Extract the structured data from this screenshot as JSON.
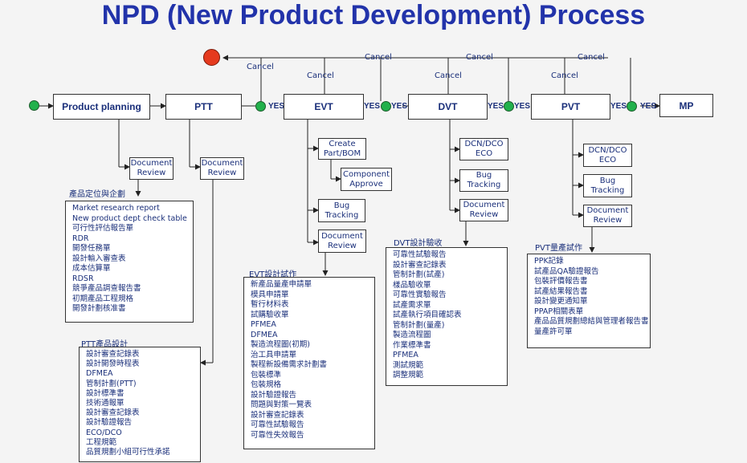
{
  "title": "NPD (New Product Development) Process",
  "stages": {
    "product_planning": "Product planning",
    "ptt": "PTT",
    "evt": "EVT",
    "dvt": "DVT",
    "pvt": "PVT",
    "mp": "MP"
  },
  "yes_label": "YES",
  "cancel_label": "Cancel",
  "sub_steps": {
    "pp_review": "Document Review",
    "ptt_review": "Document Review",
    "evt_create": "Create Part/BOM",
    "evt_component": "Component Approve",
    "evt_bug": "Bug Tracking",
    "evt_review": "Document Review",
    "dvt_dcn": "DCN/DCO ECO",
    "dvt_bug": "Bug Tracking",
    "dvt_review": "Document Review",
    "pvt_dcn": "DCN/DCO ECO",
    "pvt_bug": "Bug Tracking",
    "pvt_review": "Document Review"
  },
  "deliverables": {
    "pp": {
      "heading": "產品定位與企劃",
      "items": [
        "Market research report",
        "New product dept check table",
        "可行性評估報告單",
        "RDR",
        "開發任務單",
        "設計輸入審查表",
        "成本估算單",
        "RDSR",
        "競爭產品調查報告書",
        "初期產品工程規格",
        "開發計劃核准書"
      ]
    },
    "ptt": {
      "heading": "PTT產品設計",
      "items": [
        "設計審查記錄表",
        "設計開發時程表",
        "DFMEA",
        "管制計劃(PTT)",
        "設計標準書",
        "技術通報單",
        "設計審查記錄表",
        "設計驗證報告",
        "ECO/DCO",
        "工程規範",
        "品質規劃小組可行性承諾"
      ]
    },
    "evt": {
      "heading": "EVT設計試作",
      "items": [
        "新產品量產申請單",
        "模具申請單",
        "暫行材料表",
        "試購驗收單",
        "PFMEA",
        "DFMEA",
        "製造流程圖(初期)",
        "治工具申請單",
        "製程新設備需求計劃書",
        "包裝標準",
        "包裝規格",
        "設計驗證報告",
        "問題與對策一覽表",
        "設計審查記錄表",
        "可靠性試驗報告",
        "可靠性失效報告"
      ]
    },
    "dvt": {
      "heading": "DVT設計驗收",
      "items": [
        "可靠性試驗報告",
        "設計審查記錄表",
        "管制計劃(試產)",
        "樣品驗收單",
        "可靠性實驗報告",
        "試產需求單",
        "試產執行項目確認表",
        "管制計劃(量產)",
        "製造流程圖",
        "作業標準書",
        "PFMEA",
        "測試規範",
        "調整規範"
      ]
    },
    "pvt": {
      "heading": "PVT量產試作",
      "items": [
        "PPK記錄",
        "試產品QA驗證報告",
        "包裝評價報告書",
        "試產結果報告書",
        "設計變更通知單",
        "PPAP相關表單",
        "產品品質規劃總結與管理者報告書",
        "量產許可單"
      ]
    }
  }
}
